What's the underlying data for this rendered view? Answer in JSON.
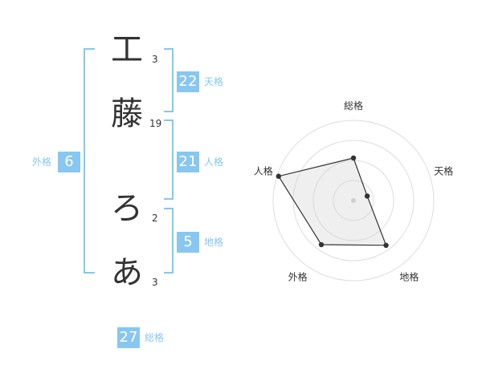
{
  "name": {
    "chars": [
      {
        "char": "工",
        "strokes": "3"
      },
      {
        "char": "藤",
        "strokes": "19"
      },
      {
        "char": "ろ",
        "strokes": "2"
      },
      {
        "char": "あ",
        "strokes": "3"
      }
    ]
  },
  "fortune": {
    "tenkaku": {
      "value": "22",
      "label": "天格"
    },
    "jinkaku": {
      "value": "21",
      "label": "人格"
    },
    "chikaku": {
      "value": "5",
      "label": "地格"
    },
    "gaikaku": {
      "value": "6",
      "label": "外格"
    },
    "soukaku": {
      "value": "27",
      "label": "総格"
    }
  },
  "colors": {
    "accent": "#87c7f1",
    "text": "#333333"
  },
  "chart_data": {
    "type": "radar",
    "axes": [
      "総格",
      "天格",
      "地格",
      "外格",
      "人格"
    ],
    "values": [
      0.53,
      0.18,
      0.69,
      0.68,
      0.98
    ],
    "range": [
      0,
      1
    ],
    "rings": 4
  }
}
